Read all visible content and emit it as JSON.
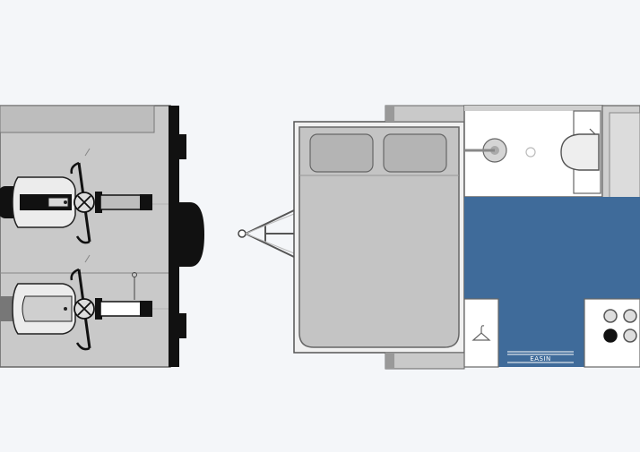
{
  "diagram": {
    "kind": "caravan-floor-plan",
    "colors": {
      "background": "#f4f6f9",
      "floor_blue": "#3f6b9a",
      "wall_grey": "#c9c9c9",
      "outline": "#555555",
      "bed": "#c4c4c4",
      "pillow": "#b4b4b4",
      "bathroom": "#ffffff",
      "wheel": "#111111"
    },
    "garage": {
      "motorbikes": [
        {
          "name": "motorbike-top",
          "icon": "motorbike-topview"
        },
        {
          "name": "motorbike-bottom",
          "icon": "motorbike-topview"
        }
      ]
    },
    "sleeping_area": {
      "bed": "double-bed",
      "pillows": 2
    },
    "bathroom": {
      "fixtures": [
        "shower",
        "basin",
        "toilet"
      ]
    },
    "living_area": {
      "wardrobe_icon": "coat-hanger",
      "cooktop_burners": 4,
      "door_mat_label": "EASIN"
    }
  }
}
